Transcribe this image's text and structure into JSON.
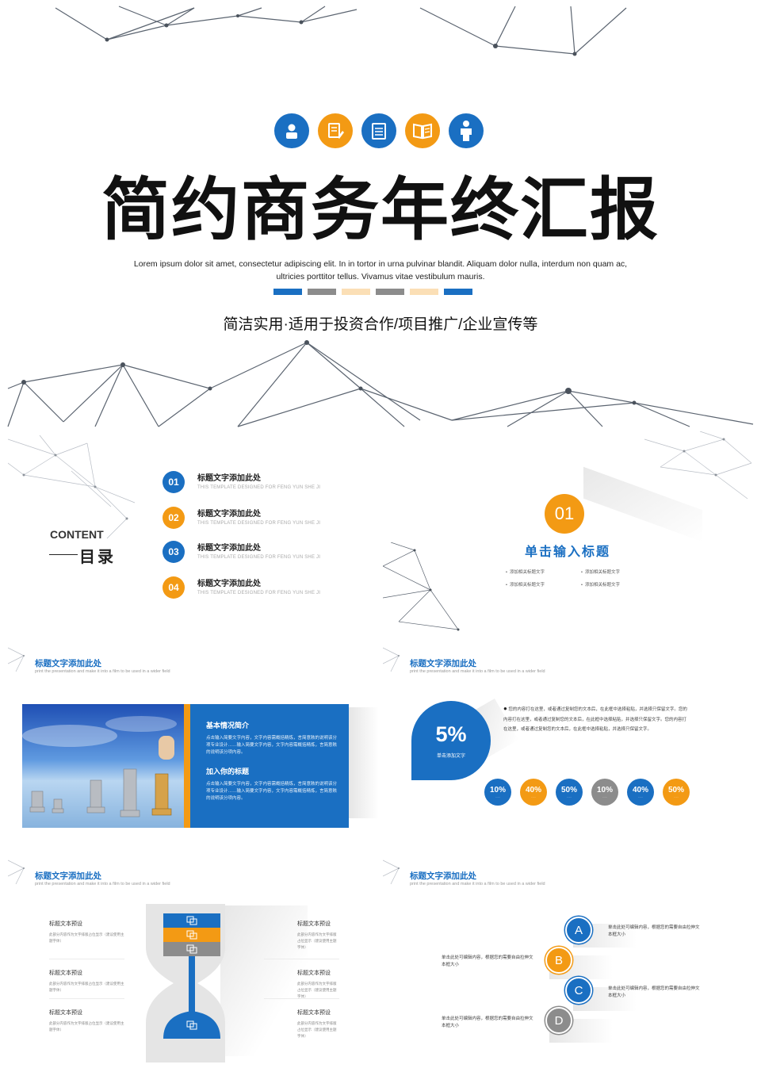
{
  "cover": {
    "title": "简约商务年终汇报",
    "lorem_line1": "Lorem ipsum dolor sit amet, consectetur adipiscing elit. In in tortor in urna pulvinar blandit. Aliquam dolor nulla, interdum non quam ac,",
    "lorem_line2": "ultricies porttitor tellus. Vivamus vitae vestibulum mauris.",
    "subtitle": "简洁实用·适用于投资合作/项目推广/企业宣传等",
    "icons": [
      "user-icon",
      "document-edit-icon",
      "checklist-icon",
      "book-icon",
      "person-icon"
    ],
    "colors": {
      "blue": "#1a6fc2",
      "orange": "#f39a14",
      "gray": "#8c8c8c",
      "peach": "#fbdfb6"
    }
  },
  "toc": {
    "content_label": "CONTENT",
    "mulu": "目录",
    "items": [
      {
        "num": "01",
        "title": "标题文字添加此处",
        "sub": "THIS TEMPLATE DESIGNED FOR FENG YUN SHE JI"
      },
      {
        "num": "02",
        "title": "标题文字添加此处",
        "sub": "THIS TEMPLATE DESIGNED FOR FENG YUN SHE JI"
      },
      {
        "num": "03",
        "title": "标题文字添加此处",
        "sub": "THIS TEMPLATE DESIGNED FOR FENG YUN SHE JI"
      },
      {
        "num": "04",
        "title": "标题文字添加此处",
        "sub": "THIS TEMPLATE DESIGNED FOR FENG YUN SHE JI"
      }
    ]
  },
  "section": {
    "num": "01",
    "title": "单击输入标题",
    "bullets": [
      "添加相关标题文字",
      "添加相关标题文字",
      "添加相关标题文字",
      "添加相关标题文字"
    ]
  },
  "slide_header": {
    "title": "标题文字添加此处",
    "sub": "print the presentation and make it into a film to be used in a wider field"
  },
  "chess_slide": {
    "h1": "基本情况简介",
    "p1": "点击输入简要文字内容，文字内容需概括精炼，言简意赅的说明该分项专业设计……输入简要文字内容，文字内容需概括精炼，言简意赅的说明该分项内容。",
    "h2": "加入你的标题",
    "p2": "点击输入简要文字内容，文字内容需概括精炼，言简意赅的说明该分项专业设计……输入简要文字内容，文字内容需概括精炼，言简意赅的说明该分项内容。"
  },
  "percent_slide": {
    "big": "5%",
    "big_label": "单击添加文字",
    "para": "您的内容打在这里，或者通过复制您的文本后，在此框中选择粘贴，并选择只保留文字。您的内容打在这里，或者通过复制您的文本后，在此框中选择粘贴，并选择只保留文字。您的内容打在这里，或者通过复制您的文本后，在此框中选择粘贴，并选择只保留文字。",
    "chips": [
      {
        "value": "10%",
        "color": "blue"
      },
      {
        "value": "40%",
        "color": "orange"
      },
      {
        "value": "50%",
        "color": "blue"
      },
      {
        "value": "10%",
        "color": "gray"
      },
      {
        "value": "40%",
        "color": "blue"
      },
      {
        "value": "50%",
        "color": "orange"
      }
    ],
    "chip_caption": "....."
  },
  "hourglass_slide": {
    "left": [
      {
        "title": "标题文本预设",
        "body": "此部分内容作为文字排版占位显示（建议使用主题字体）"
      },
      {
        "title": "标题文本预设",
        "body": "此部分内容作为文字排版占位显示（建议使用主题字体）"
      },
      {
        "title": "标题文本预设",
        "body": "此部分内容作为文字排版占位显示（建议使用主题字体）"
      }
    ],
    "right": [
      {
        "title": "标题文本预设",
        "body": "此部分内容作为文字排版占位显示（建议使用主题字体）"
      },
      {
        "title": "标题文本预设",
        "body": "此部分内容作为文字排版占位显示（建议使用主题字体）"
      },
      {
        "title": "标题文本预设",
        "body": "此部分内容作为文字排版占位显示（建议使用主题字体）"
      }
    ]
  },
  "abcd_slide": {
    "items": [
      {
        "letter": "A",
        "text": "单击此处可编辑内容，根据您的需要自由拉伸文本框大小"
      },
      {
        "letter": "B",
        "text": "单击此处可编辑内容，根据您的需要自由拉伸文本框大小"
      },
      {
        "letter": "C",
        "text": "单击此处可编辑内容，根据您的需要自由拉伸文本框大小"
      },
      {
        "letter": "D",
        "text": "单击此处可编辑内容，根据您的需要自由拉伸文本框大小"
      }
    ]
  }
}
